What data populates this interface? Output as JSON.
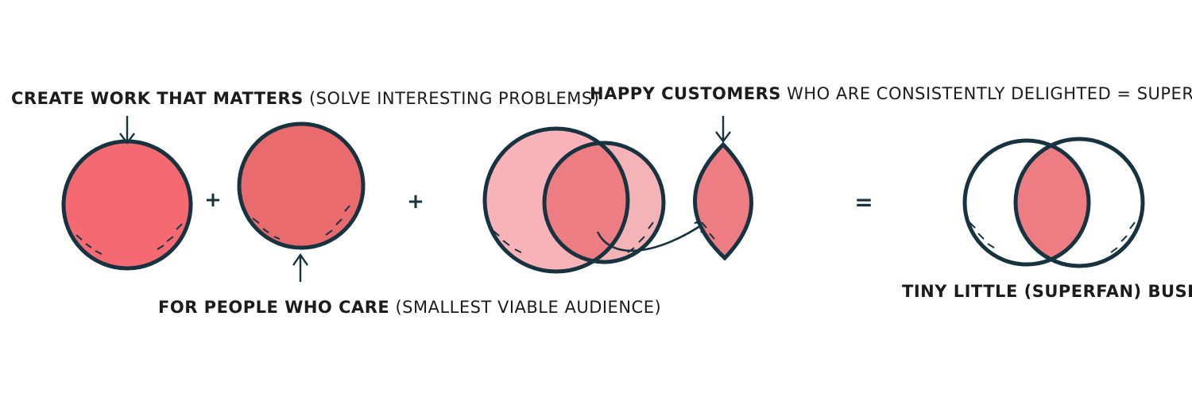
{
  "labels": {
    "work": {
      "main": "CREATE WORK THAT MATTERS",
      "detail": "(SOLVE INTERESTING PROBLEMS)"
    },
    "people": {
      "main": "FOR PEOPLE WHO CARE",
      "detail": "(SMALLEST VIABLE AUDIENCE)"
    },
    "customers": {
      "main": "HAPPY CUSTOMERS",
      "detail": "WHO ARE CONSISTENTLY DELIGHTED = SUPERFANS"
    },
    "business": {
      "main": "TINY LITTLE (SUPERFAN) BUSINESS"
    }
  },
  "operators": {
    "plus": "+",
    "equals": "="
  },
  "colors": {
    "outline": "#173340",
    "work_fill": "#f56a72",
    "people_fill": "#e96b6e",
    "left_overlap_circle": "#f8b3b8",
    "right_overlap_circle": "#f2a6aa",
    "lens_fill": "#ed7d82",
    "text": "#1c1c1c"
  }
}
